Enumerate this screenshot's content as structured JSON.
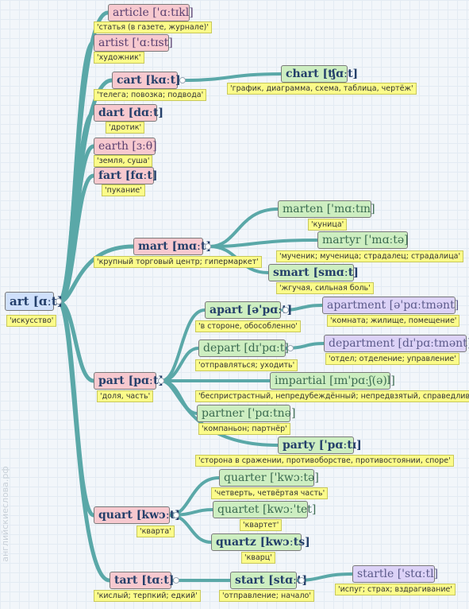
{
  "watermark": "английскиеслова.рф",
  "root": {
    "word": "art [ɑːt]",
    "translation": "'искусство'"
  },
  "nodes": {
    "article": {
      "word": "article ['ɑːtɪkl]",
      "translation": "'статья (в газете, журнале)'"
    },
    "artist": {
      "word": "artist ['ɑːtɪst]",
      "translation": "'художник'"
    },
    "cart": {
      "word": "cart [kɑːt]",
      "translation": "'телега; повозка; подвода'"
    },
    "chart": {
      "word": "chart [ʧɑːt]",
      "translation": "'график, диаграмма, схема, таблица, чертёж'"
    },
    "dart": {
      "word": "dart [dɑːt]",
      "translation": "'дротик'"
    },
    "earth": {
      "word": "earth [ɜːθ]",
      "translation": "'земля, суша'"
    },
    "fart": {
      "word": "fart [fɑːt]",
      "translation": "'пукание'"
    },
    "mart": {
      "word": "mart [mɑːt]",
      "translation": "'крупный торговый центр; гипермаркет'"
    },
    "marten": {
      "word": "marten ['mɑːtɪn]",
      "translation": "'куница'"
    },
    "martyr": {
      "word": "martyr ['mɑːtə]",
      "translation": "'мученик; мученица; страдалец; страдалица'"
    },
    "smart": {
      "word": "smart [smɑːt]",
      "translation": "'жгучая, сильная боль'"
    },
    "apart": {
      "word": "apart [ə'pɑːt]",
      "translation": "'в стороне, обособленно'"
    },
    "apartment": {
      "word": "apartment [ə'pɑːtmənt]",
      "translation": "'комната; жилище, помещение'"
    },
    "depart": {
      "word": "depart [dɪ'pɑːt]",
      "translation": "'отправляться; уходить'"
    },
    "department": {
      "word": "department [dɪ'pɑːtmənt]",
      "translation": "'отдел; отделение; управление'"
    },
    "part": {
      "word": "part [pɑːt]",
      "translation": "'доля, часть'"
    },
    "impartial": {
      "word": "impartial [ɪm'pɑːʃ(ə)l]",
      "translation": "'беспристрастный, непредубеждённый; непредвзятый, справедливый'"
    },
    "partner": {
      "word": "partner ['pɑːtnə]",
      "translation": "'компаньон; партнёр'"
    },
    "party": {
      "word": "party ['pɑːtɪ]",
      "translation": "'сторона в сражении, противоборстве, противостоянии, споре'"
    },
    "quarter": {
      "word": "quarter ['kwɔːtə]",
      "translation": "'четверть, четвёртая часть'"
    },
    "quart": {
      "word": "quart [kwɔːt]",
      "translation": "'кварта'"
    },
    "quartet": {
      "word": "quartet [kwɔː'tet]",
      "translation": "'квартет'"
    },
    "quartz": {
      "word": "quartz [kwɔːts]",
      "translation": "'кварц'"
    },
    "tart": {
      "word": "tart [tɑːt]",
      "translation": "'кислый; терпкий; едкий'"
    },
    "start": {
      "word": "start [stɑːt]",
      "translation": "'отправление; начало'"
    },
    "startle": {
      "word": "startle ['stɑːtl]",
      "translation": "'испуг; страх; вздрагивание'"
    }
  },
  "colors": {
    "edge": "#5aa8a8",
    "red": "#f7c9cf",
    "green": "#cdeec1",
    "violet": "#dcd2f7",
    "blue": "#cfe0fb",
    "translation": "#fbfb8a"
  }
}
